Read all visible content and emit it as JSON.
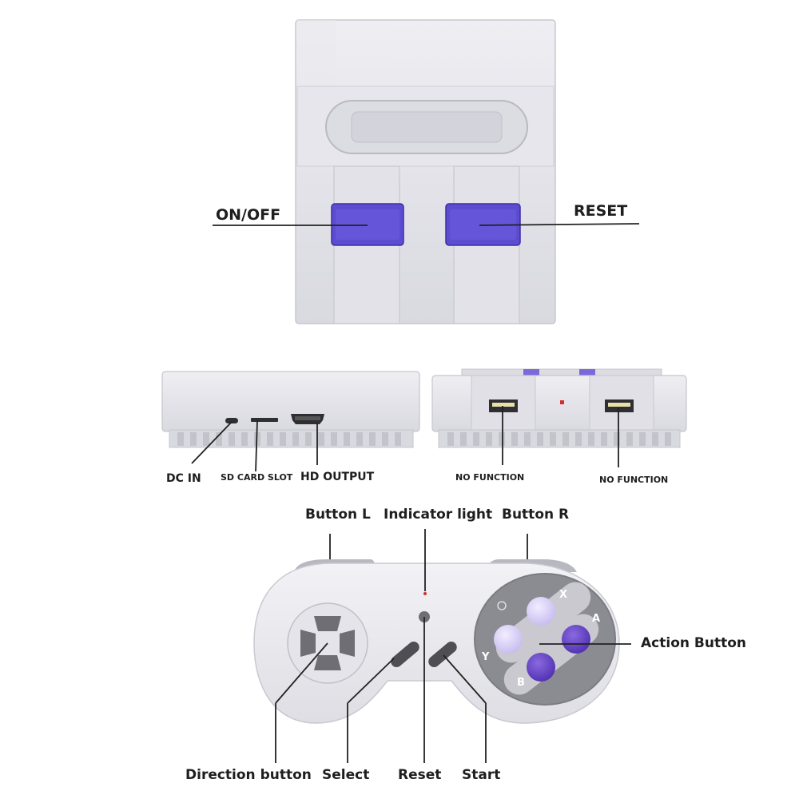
{
  "console_top": {
    "labels": {
      "on_off": "ON/OFF",
      "reset": "RESET"
    }
  },
  "console_ports": {
    "labels": {
      "dc_in": "DC IN",
      "sd_card_slot": "SD CARD SLOT",
      "hd_output": "HD OUTPUT",
      "no_function_left": "NO FUNCTION",
      "no_function_right": "NO FUNCTION"
    }
  },
  "controller": {
    "labels": {
      "button_l": "Button L",
      "indicator_light": "Indicator light",
      "button_r": "Button R",
      "action_button": "Action Button",
      "direction_button": "Direction button",
      "select": "Select",
      "reset": "Reset",
      "start": "Start"
    },
    "face_buttons": {
      "x": "X",
      "a": "A",
      "y": "Y",
      "b": "B"
    }
  },
  "colors": {
    "console_grey": "#e4e4ea",
    "switch_purple": "#5b4bcf",
    "button_dark_purple": "#6a48c9",
    "button_light_purple": "#d6cdf3",
    "leader_line": "#222222"
  }
}
